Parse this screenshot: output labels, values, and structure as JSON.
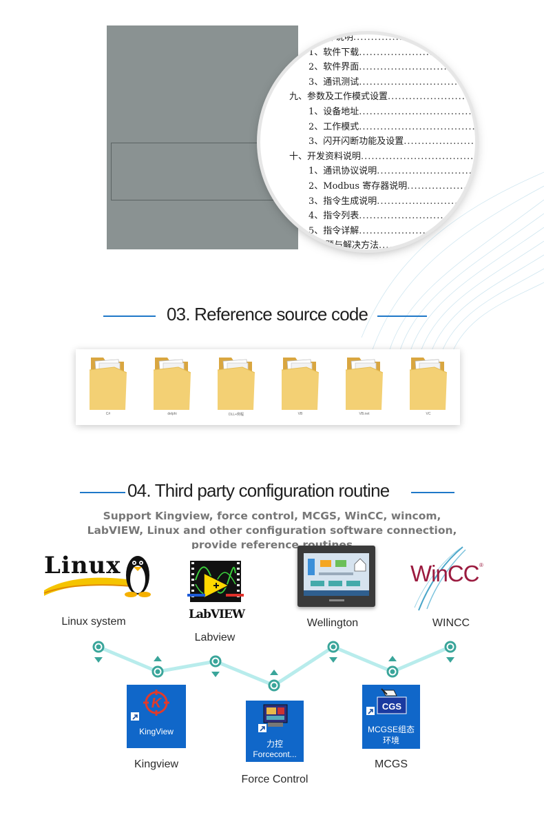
{
  "manual": {
    "toc": [
      {
        "text": "、软件说明",
        "level": "sub"
      },
      {
        "text": "1、软件下载",
        "level": "sub"
      },
      {
        "text": "2、软件界面",
        "level": "sub"
      },
      {
        "text": "3、通讯测试",
        "level": "sub"
      },
      {
        "text": "九、参数及工作模式设置",
        "level": "main"
      },
      {
        "text": "1、设备地址",
        "level": "sub"
      },
      {
        "text": "2、工作模式",
        "level": "sub"
      },
      {
        "text": "3、闪开闪断功能及设置",
        "level": "sub"
      },
      {
        "text": "十、开发资料说明",
        "level": "main"
      },
      {
        "text": "1、通讯协议说明",
        "level": "sub"
      },
      {
        "text": "2、Modbus 寄存器说明",
        "level": "sub"
      },
      {
        "text": "3、指令生成说明",
        "level": "sub"
      },
      {
        "text": "4、指令列表",
        "level": "sub"
      },
      {
        "text": "5、指令详解",
        "level": "sub"
      },
      {
        "text": "、常见问题与解决方法",
        "level": "main"
      }
    ]
  },
  "section3": {
    "title": "03. Reference source code",
    "folders": [
      "C#",
      "delphi",
      "DLL+例程",
      "VB",
      "VB.net",
      "VC"
    ]
  },
  "section4": {
    "title": "04. Third party configuration routine",
    "support_lines": [
      "Support Kingview, force control, MCGS, WinCC, wincom,",
      "LabVIEW, Linux and other configuration software connection,",
      "provide reference routines"
    ],
    "logos": {
      "linux": {
        "word": "Linux",
        "label": "Linux system"
      },
      "labview": {
        "word": "LabVIEW",
        "label": "Labview"
      },
      "wellington": {
        "label": "Wellington"
      },
      "wincc": {
        "word": "WinCC",
        "label": "WINCC"
      }
    },
    "apps": {
      "kingview": {
        "icon_text": "KingView",
        "label": "Kingview"
      },
      "forcecontrol": {
        "icon_line1": "力控",
        "icon_line2": "Forcecont...",
        "label": "Force Control"
      },
      "mcgs": {
        "icon_line1": "MCGSE组态",
        "icon_line2": "环境",
        "label": "MCGS"
      }
    },
    "colors": {
      "node": "#3aa59a",
      "connector": "#b8ecec",
      "accent_line": "#1e78c8",
      "icon_bg": "#1067c9"
    }
  }
}
